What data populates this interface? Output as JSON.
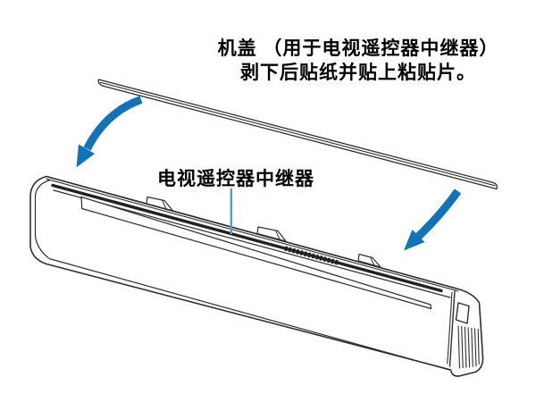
{
  "diagram": {
    "top_note": {
      "line1": "机盖 （用于电视遥控器中继器）",
      "line2": "剥下后贴纸并贴上粘贴片。"
    },
    "part_label": "电视遥控器中继器",
    "colors": {
      "arrow_blue": "#1173b8",
      "pointer_blue": "#4aa0dc",
      "line_dark": "#2f2f2f",
      "strip_dark": "#222222",
      "background": "#ffffff"
    }
  }
}
